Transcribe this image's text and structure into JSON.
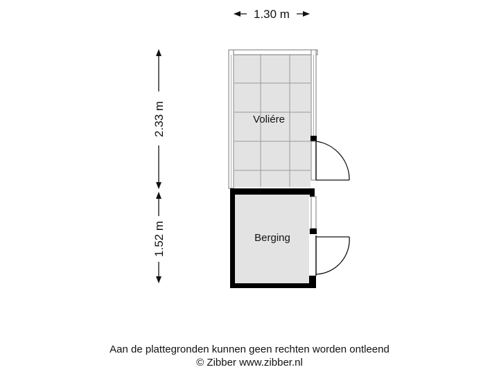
{
  "dimensions": {
    "width": "1.30 m",
    "height_top": "2.33 m",
    "height_bottom": "1.52 m"
  },
  "rooms": {
    "voliere": "Voliére",
    "berging": "Berging"
  },
  "footer": {
    "disclaimer": "Aan de plattegronden kunnen geen rechten worden ontleend",
    "copyright": "© Zibber www.zibber.nl"
  },
  "colors": {
    "floor": "#e3e3e3",
    "wall": "#000000",
    "tile_line": "#9a9a9a",
    "fence": "#ffffff"
  }
}
